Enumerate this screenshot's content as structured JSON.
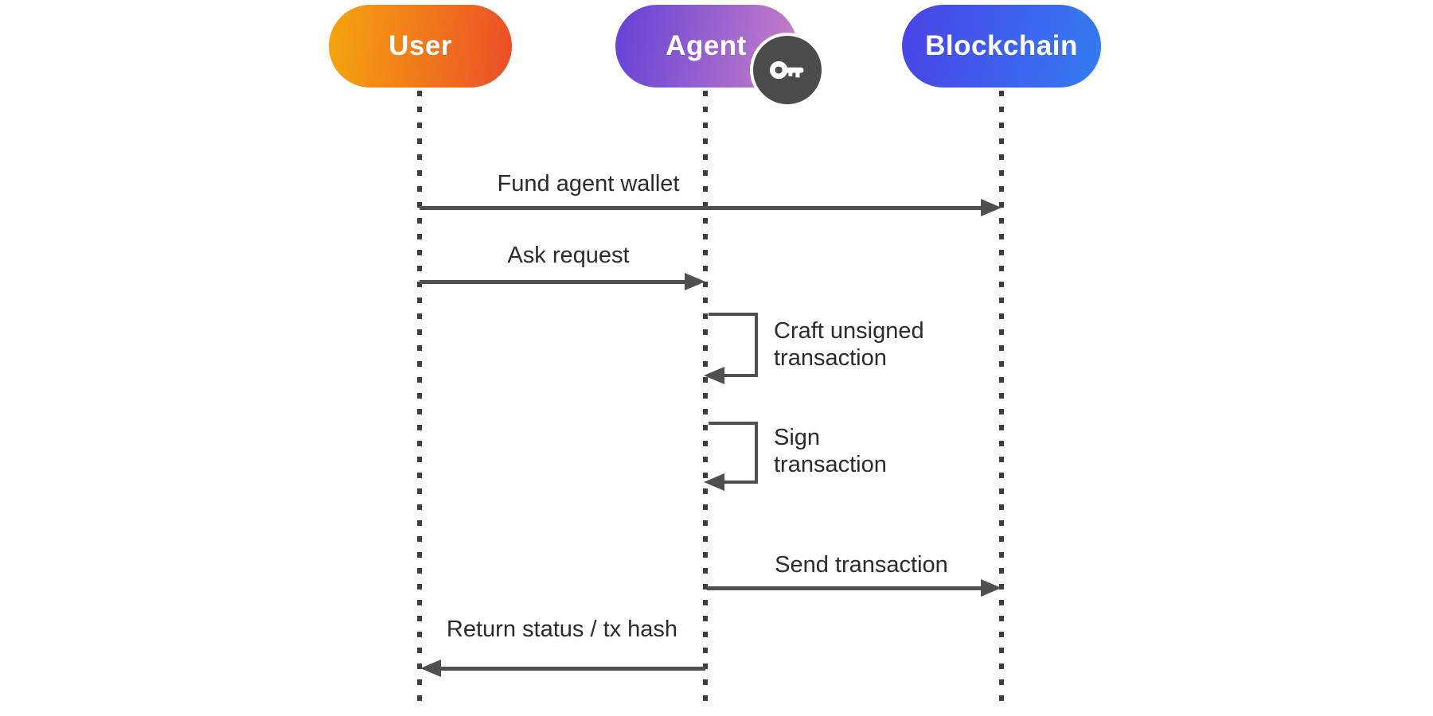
{
  "diagram": {
    "type": "sequence-diagram",
    "background": "#FFFFFF",
    "actors": [
      {
        "label": "User",
        "gradient_start": "#F5A50F",
        "gradient_end": "#EB4E27"
      },
      {
        "label": "Agent",
        "gradient_start": "#6341D7",
        "gradient_end": "#C97FC7",
        "badge_icon": "key-icon",
        "badge_bg": "#4B4B4B",
        "badge_glyph_color": "#FFFFFF"
      },
      {
        "label": "Blockchain",
        "gradient_start": "#4A43E6",
        "gradient_end": "#337CF2"
      }
    ],
    "messages": [
      {
        "label": "Fund agent wallet",
        "from": "User",
        "to": "Blockchain",
        "direction": "right"
      },
      {
        "label": "Ask request",
        "from": "User",
        "to": "Agent",
        "direction": "right"
      },
      {
        "label": "Craft unsigned transaction",
        "line1": "Craft unsigned",
        "line2": "transaction",
        "from": "Agent",
        "to": "Agent",
        "direction": "self"
      },
      {
        "label": "Sign transaction",
        "line1": "Sign",
        "line2": "transaction",
        "from": "Agent",
        "to": "Agent",
        "direction": "self"
      },
      {
        "label": "Send transaction",
        "from": "Agent",
        "to": "Blockchain",
        "direction": "right"
      },
      {
        "label": "Return status / tx hash",
        "from": "Agent",
        "to": "User",
        "direction": "left"
      }
    ],
    "colors": {
      "arrow": "#4F4F4F",
      "lifeline": "#3E3E3E",
      "label_text": "#2B2B2B",
      "pill_text": "#FFFFFF"
    }
  }
}
